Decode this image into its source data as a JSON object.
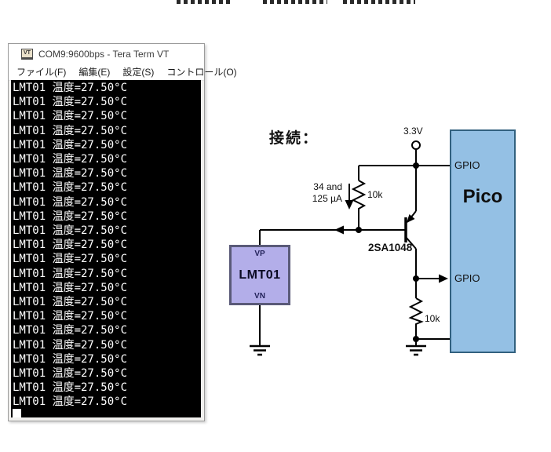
{
  "terminal_window": {
    "icon_text": "VT",
    "title": "COM9:9600bps - Tera Term VT",
    "menu": [
      "ファイル(F)",
      "編集(E)",
      "設定(S)",
      "コントロール(O)"
    ],
    "lines": [
      "LMT01 温度=27.50°C",
      "LMT01 温度=27.50°C",
      "LMT01 温度=27.50°C",
      "LMT01 温度=27.50°C",
      "LMT01 温度=27.50°C",
      "LMT01 温度=27.50°C",
      "LMT01 温度=27.50°C",
      "LMT01 温度=27.50°C",
      "LMT01 温度=27.50°C",
      "LMT01 温度=27.50°C",
      "LMT01 温度=27.50°C",
      "LMT01 温度=27.50°C",
      "LMT01 温度=27.50°C",
      "LMT01 温度=27.50°C",
      "LMT01 温度=27.50°C",
      "LMT01 温度=27.50°C",
      "LMT01 温度=27.50°C",
      "LMT01 温度=27.50°C",
      "LMT01 温度=27.50°C",
      "LMT01 温度=27.50°C",
      "LMT01 温度=27.50°C",
      "LMT01 温度=27.50°C",
      "LMT01 温度=27.50°C"
    ]
  },
  "diagram": {
    "heading": "接続：",
    "supply_label": "3.3V",
    "current_label": "34 and\n125 µA",
    "resistor_top_label": "10k",
    "resistor_bottom_label": "10k",
    "transistor_label": "2SA1048",
    "gpio_top_label": "GPIO",
    "gpio_bottom_label": "GPIO",
    "pico_label": "Pico",
    "lmt01": {
      "pin_top": "VP",
      "name": "LMT01",
      "pin_bottom": "VN"
    },
    "colors": {
      "pico_fill": "#94c0e4",
      "pico_border": "#32617f",
      "lmt01_fill": "#b3aee9",
      "lmt01_border": "#5a5a78",
      "wire": "#000000",
      "terminal_bg": "#000000",
      "terminal_text": "#ffffff"
    }
  }
}
